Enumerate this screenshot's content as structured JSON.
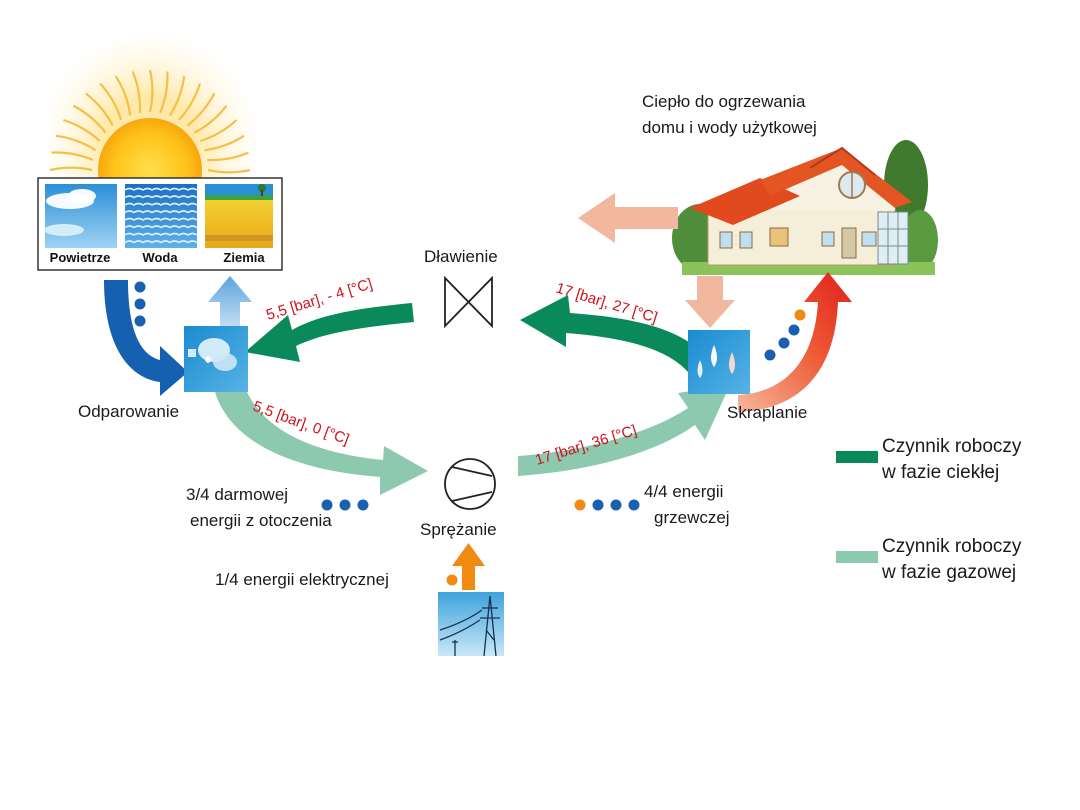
{
  "sources": {
    "air": "Powietrze",
    "water": "Woda",
    "ground": "Ziemia"
  },
  "stages": {
    "throttling": "Dławienie",
    "evaporation": "Odparowanie",
    "condensation": "Skraplanie",
    "compression": "Sprężanie"
  },
  "house": {
    "line1": "Ciepło do ogrzewania",
    "line2": "domu i wody użytkowej"
  },
  "conditions": {
    "after_throttle": "5,5 [bar], - 4 [°C]",
    "before_throttle": "17 [bar], 27 [°C]",
    "after_evaporator": "5,5 [bar], 0 [°C]",
    "after_compressor": "17 [bar], 36 [°C]"
  },
  "energy": {
    "free_line1": "3/4 darmowej",
    "free_line2": "energii  z otoczenia",
    "heating_line1": "4/4 energii",
    "heating_line2": "grzewczej",
    "electric": "1/4 energii elektrycznej"
  },
  "legend": [
    {
      "line1": "Czynnik roboczy",
      "line2": "w fazie ciekłej",
      "color": "#0a8a5a"
    },
    {
      "line1": "Czynnik roboczy",
      "line2": "w fazie gazowej",
      "color": "#8cc9ae"
    }
  ],
  "colors": {
    "liquid": "#0a8a5a",
    "gas": "#8cc9ae",
    "heat": "#e8301c",
    "heat_light": "#f2b89f",
    "source_blue": "#1560b0",
    "electric_orange": "#f08a10",
    "dot_blue": "#1a5fb0",
    "dot_orange": "#f08a10"
  }
}
